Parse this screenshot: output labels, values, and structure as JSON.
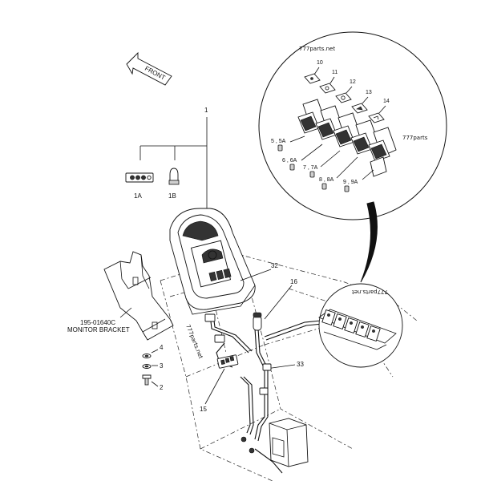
{
  "labels": {
    "front": "FRONT",
    "watermark_top": "777parts.net",
    "watermark_right": "777parts",
    "watermark_mid": "777parts.net",
    "watermark_zoom": "777parts.net",
    "p1": "1",
    "p1a": "1A",
    "p1b": "1B",
    "p2": "2",
    "p3": "3",
    "p4": "4",
    "p10": "10",
    "p11": "11",
    "p12": "12",
    "p13": "13",
    "p14": "14",
    "p5": "5 , 5A",
    "p6": "6 , 6A",
    "p7": "7 , 7A",
    "p8": "8 , 8A",
    "p9": "9 , 9A",
    "p15": "15",
    "p16": "16",
    "p32": "32",
    "p33": "33",
    "bracket_code": "195-01640C",
    "bracket_name": "MONITOR BRACKET"
  }
}
